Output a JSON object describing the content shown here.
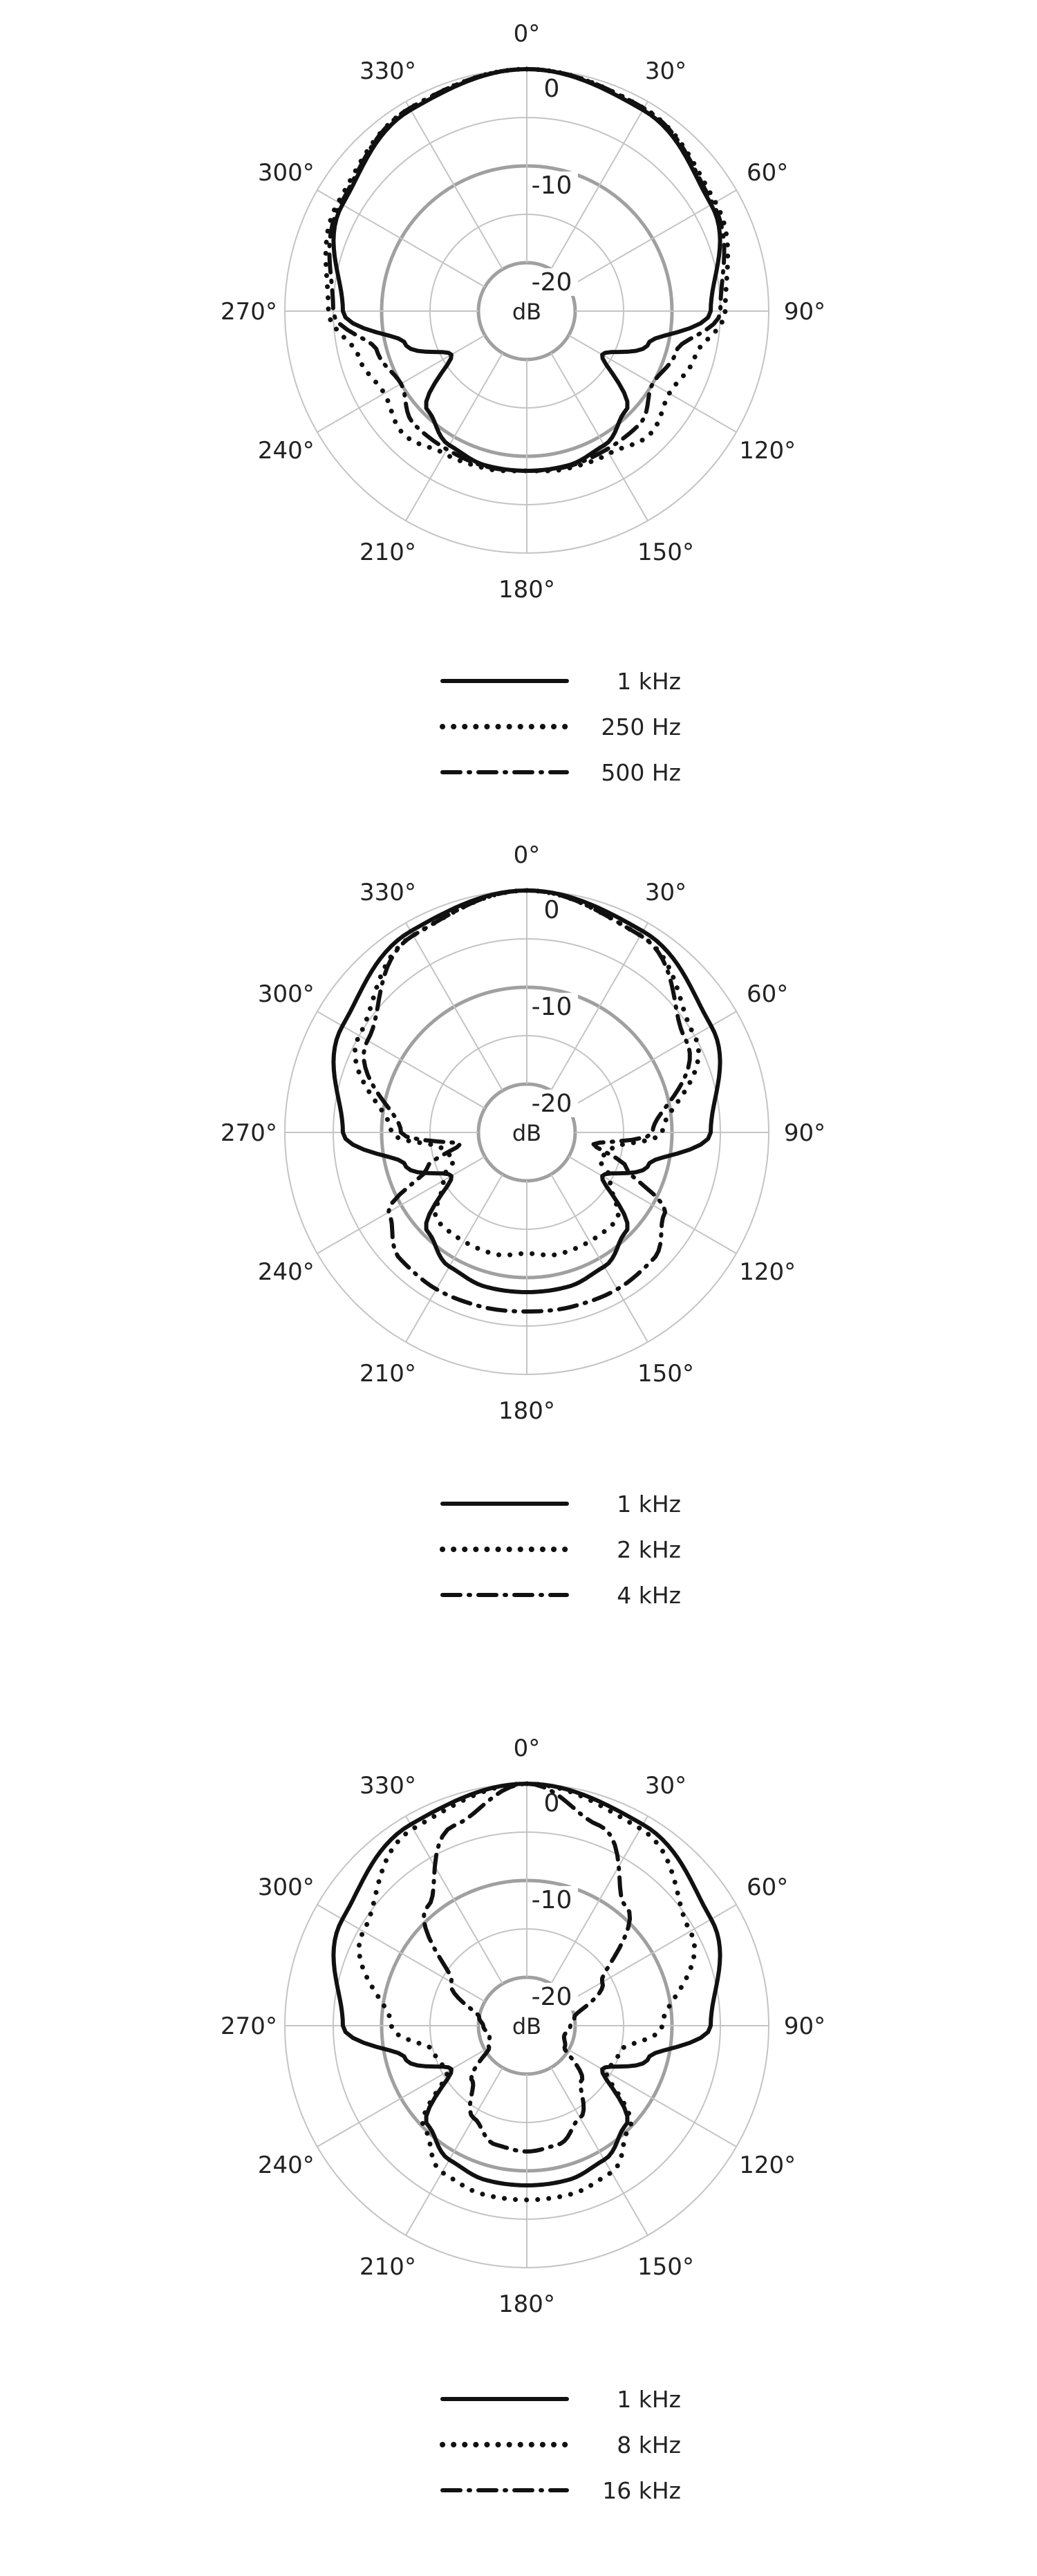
{
  "chart_data": [
    {
      "type": "polar",
      "angle_labels": [
        {
          "deg": 0,
          "text": "0°"
        },
        {
          "deg": 30,
          "text": "30°"
        },
        {
          "deg": 60,
          "text": "60°"
        },
        {
          "deg": 90,
          "text": "90°"
        },
        {
          "deg": 120,
          "text": "120°"
        },
        {
          "deg": 150,
          "text": "150°"
        },
        {
          "deg": 180,
          "text": "180°"
        },
        {
          "deg": 210,
          "text": "210°"
        },
        {
          "deg": 240,
          "text": "240°"
        },
        {
          "deg": 270,
          "text": "270°"
        },
        {
          "deg": 300,
          "text": "300°"
        },
        {
          "deg": 330,
          "text": "330°"
        }
      ],
      "radial_labels": [
        "0",
        "-10",
        "-20"
      ],
      "center_label": "dB",
      "r_range": [
        -25,
        0
      ],
      "series": [
        {
          "name": "1 kHz",
          "style": "solid",
          "points": [
            [
              0,
              0
            ],
            [
              30,
              -1
            ],
            [
              60,
              -3
            ],
            [
              90,
              -6
            ],
            [
              105,
              -12
            ],
            [
              120,
              -16
            ],
            [
              135,
              -10.5
            ],
            [
              150,
              -9
            ],
            [
              165,
              -8.5
            ],
            [
              180,
              -8.5
            ]
          ]
        },
        {
          "name": "250 Hz",
          "style": "dotted",
          "points": [
            [
              0,
              0
            ],
            [
              30,
              -0.8
            ],
            [
              60,
              -2.5
            ],
            [
              90,
              -4.5
            ],
            [
              105,
              -7
            ],
            [
              120,
              -8
            ],
            [
              135,
              -7
            ],
            [
              150,
              -8
            ],
            [
              165,
              -8.2
            ],
            [
              180,
              -8.5
            ]
          ]
        },
        {
          "name": "500 Hz",
          "style": "dashdot",
          "points": [
            [
              0,
              0
            ],
            [
              30,
              -0.8
            ],
            [
              60,
              -2.8
            ],
            [
              90,
              -5
            ],
            [
              105,
              -9
            ],
            [
              120,
              -10
            ],
            [
              135,
              -8.5
            ],
            [
              150,
              -8.5
            ],
            [
              165,
              -8.4
            ],
            [
              180,
              -8.5
            ]
          ]
        }
      ]
    },
    {
      "type": "polar",
      "angle_labels": [
        {
          "deg": 0,
          "text": "0°"
        },
        {
          "deg": 30,
          "text": "30°"
        },
        {
          "deg": 60,
          "text": "60°"
        },
        {
          "deg": 90,
          "text": "90°"
        },
        {
          "deg": 120,
          "text": "120°"
        },
        {
          "deg": 150,
          "text": "150°"
        },
        {
          "deg": 180,
          "text": "180°"
        },
        {
          "deg": 210,
          "text": "210°"
        },
        {
          "deg": 240,
          "text": "240°"
        },
        {
          "deg": 270,
          "text": "270°"
        },
        {
          "deg": 300,
          "text": "300°"
        },
        {
          "deg": 330,
          "text": "330°"
        }
      ],
      "radial_labels": [
        "0",
        "-10",
        "-20"
      ],
      "center_label": "dB",
      "r_range": [
        -25,
        0
      ],
      "series": [
        {
          "name": "1 kHz",
          "style": "solid",
          "points": [
            [
              0,
              0
            ],
            [
              30,
              -1
            ],
            [
              60,
              -3
            ],
            [
              90,
              -6
            ],
            [
              105,
              -12
            ],
            [
              120,
              -16
            ],
            [
              135,
              -10.5
            ],
            [
              150,
              -9
            ],
            [
              165,
              -8.5
            ],
            [
              180,
              -8.5
            ]
          ]
        },
        {
          "name": "2 kHz",
          "style": "dotted",
          "points": [
            [
              0,
              0
            ],
            [
              30,
              -1.5
            ],
            [
              60,
              -5
            ],
            [
              90,
              -11
            ],
            [
              100,
              -16
            ],
            [
              110,
              -17
            ],
            [
              120,
              -15
            ],
            [
              135,
              -12
            ],
            [
              150,
              -12
            ],
            [
              165,
              -12
            ],
            [
              180,
              -12.5
            ]
          ]
        },
        {
          "name": "4 kHz",
          "style": "dashdot",
          "points": [
            [
              0,
              0
            ],
            [
              30,
              -1.5
            ],
            [
              60,
              -6
            ],
            [
              90,
              -12
            ],
            [
              100,
              -18
            ],
            [
              110,
              -14
            ],
            [
              120,
              -8.5
            ],
            [
              135,
              -6.5
            ],
            [
              150,
              -6.3
            ],
            [
              165,
              -6.4
            ],
            [
              180,
              -6.5
            ]
          ]
        }
      ]
    },
    {
      "type": "polar",
      "angle_labels": [
        {
          "deg": 0,
          "text": "0°"
        },
        {
          "deg": 30,
          "text": "30°"
        },
        {
          "deg": 60,
          "text": "60°"
        },
        {
          "deg": 90,
          "text": "90°"
        },
        {
          "deg": 120,
          "text": "120°"
        },
        {
          "deg": 150,
          "text": "150°"
        },
        {
          "deg": 180,
          "text": "180°"
        },
        {
          "deg": 210,
          "text": "210°"
        },
        {
          "deg": 240,
          "text": "240°"
        },
        {
          "deg": 270,
          "text": "270°"
        },
        {
          "deg": 300,
          "text": "300°"
        },
        {
          "deg": 330,
          "text": "330°"
        }
      ],
      "radial_labels": [
        "0",
        "-10",
        "-20"
      ],
      "center_label": "dB",
      "r_range": [
        -25,
        0
      ],
      "series": [
        {
          "name": "1 kHz",
          "style": "solid",
          "points": [
            [
              0,
              0
            ],
            [
              30,
              -1
            ],
            [
              60,
              -3
            ],
            [
              90,
              -6
            ],
            [
              105,
              -12
            ],
            [
              120,
              -16
            ],
            [
              135,
              -10.5
            ],
            [
              150,
              -9
            ],
            [
              165,
              -8.5
            ],
            [
              180,
              -8.5
            ]
          ]
        },
        {
          "name": "8 kHz",
          "style": "dotted",
          "points": [
            [
              0,
              0
            ],
            [
              30,
              -1.5
            ],
            [
              60,
              -5.5
            ],
            [
              90,
              -11
            ],
            [
              105,
              -15
            ],
            [
              120,
              -15.5
            ],
            [
              135,
              -10
            ],
            [
              150,
              -7.5
            ],
            [
              165,
              -7
            ],
            [
              180,
              -7
            ]
          ]
        },
        {
          "name": "16 kHz",
          "style": "dashdot",
          "points": [
            [
              0,
              0
            ],
            [
              20,
              -3
            ],
            [
              40,
              -9
            ],
            [
              60,
              -16
            ],
            [
              80,
              -20
            ],
            [
              90,
              -20.5
            ],
            [
              105,
              -21
            ],
            [
              120,
              -20.5
            ],
            [
              135,
              -17
            ],
            [
              150,
              -14
            ],
            [
              165,
              -12.3
            ],
            [
              180,
              -12
            ]
          ]
        }
      ]
    }
  ]
}
